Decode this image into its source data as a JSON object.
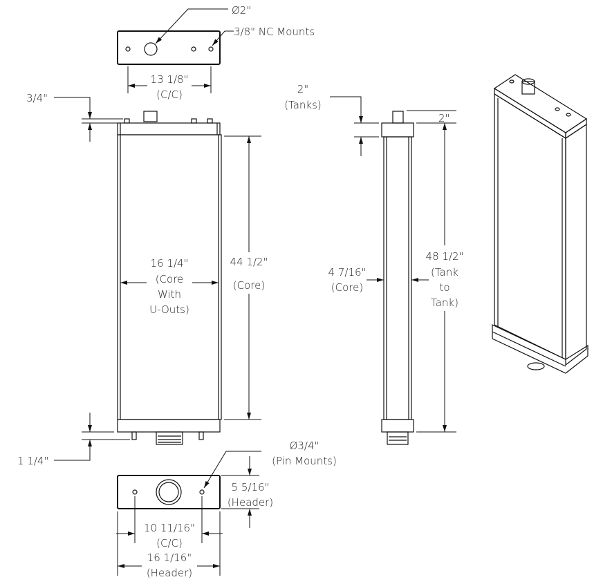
{
  "top_view": {
    "inlet_dia": "Ø2\"",
    "mounts": "3/8\" NC Mounts",
    "cc_value": "13 1/8\"",
    "cc_label": "(C/C)"
  },
  "front_view": {
    "top_offset": "3/4\"",
    "bottom_offset": "1 1/4\"",
    "core_width": [
      "16 1/4\"",
      "(Core",
      "With",
      "U-Outs)"
    ],
    "core_height": [
      "44 1/2\"",
      "(Core)"
    ]
  },
  "side_view": {
    "tanks": [
      "2\"",
      "(Tanks)"
    ],
    "tank_height": "2\"",
    "core_depth": [
      "4 7/16\"",
      "(Core)"
    ],
    "tank_to_tank": [
      "48 1/2\"",
      "(Tank",
      "to",
      "Tank)"
    ]
  },
  "bottom_view": {
    "pin_dia": [
      "Ø3/4\"",
      "(Pin Mounts)"
    ],
    "header_depth": [
      "5 5/16\"",
      "(Header)"
    ],
    "cc": [
      "10 11/16\"",
      "(C/C)"
    ],
    "header_width": [
      "16 1/16\"",
      "(Header)"
    ]
  }
}
